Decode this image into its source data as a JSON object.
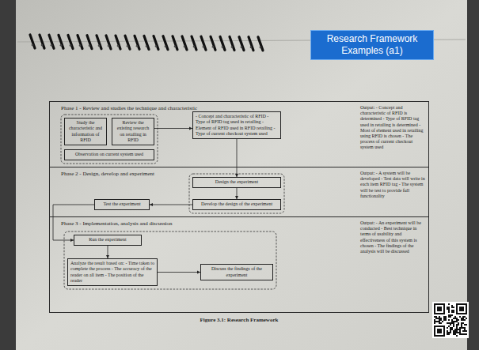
{
  "diagram": {
    "title": "Research Framework Examples (a1)",
    "caption": "Figure 3.1: Research Framework",
    "nodes": [
      {
        "text": [
          "Phase 1 - Review and studies the technique and characteristic",
          "Output: - Concept and characteristic of RFID is determined - Type of RFID tag used in retailing is determined - Most of element used in retailing using RFID is chosen - The process of current checkout system used"
        ]
      },
      {
        "text": [
          "Study the characteristic and information of RFID"
        ],
        "in": 0
      },
      {
        "text": [
          "Review the existing research on retailing in RFID"
        ],
        "in": 0
      },
      {
        "text": [
          "Observation on current system used"
        ],
        "in": 0
      },
      {
        "text": [
          "- Concept and characteristic of RFID - Type of RFID tag used in retailing - Element of RFID used in RFID retailing - Type of current checkout system used"
        ],
        "in": 0
      },
      {
        "text": [
          "Phase 2 - Design, develop and experiment",
          "Output: - A system will be developed - Test data will write in each item RFID tag - The system will be test to provide full functionality"
        ]
      },
      {
        "text": [
          "Design the experiment"
        ],
        "in": 5
      },
      {
        "text": [
          "Develop the design of the experiment"
        ],
        "in": 5
      },
      {
        "text": [
          "Test the experiment"
        ],
        "in": 5
      },
      {
        "text": [
          "Phase 3 - Implementation, analysis and discussion",
          "Output: - An experiment will be conducted - Best technique in terms of usability and effectiveness of this system is chosen - The findings of the analysis will be discussed"
        ]
      },
      {
        "text": [
          "Run the experiment"
        ],
        "in": 9
      },
      {
        "text": [
          "Analyze the result based on: - Time taken to complete the process - The accuracy of the reader on all item - The position of the reader"
        ],
        "in": 9
      },
      {
        "text": [
          "Discuss the findings of the experiment"
        ],
        "in": 9
      }
    ],
    "edges": [
      {
        "from": 2,
        "to": 4,
        "arrow": "to"
      },
      {
        "from": 4,
        "to": 6,
        "arrow": "to"
      },
      {
        "from": 6,
        "to": 7,
        "arrow": "to"
      },
      {
        "from": 7,
        "to": 8,
        "arrow": "to"
      },
      {
        "from": 8,
        "to": 10,
        "arrow": "to"
      },
      {
        "from": 10,
        "to": 11,
        "arrow": "to"
      },
      {
        "from": 11,
        "to": 12,
        "arrow": "to"
      }
    ]
  }
}
